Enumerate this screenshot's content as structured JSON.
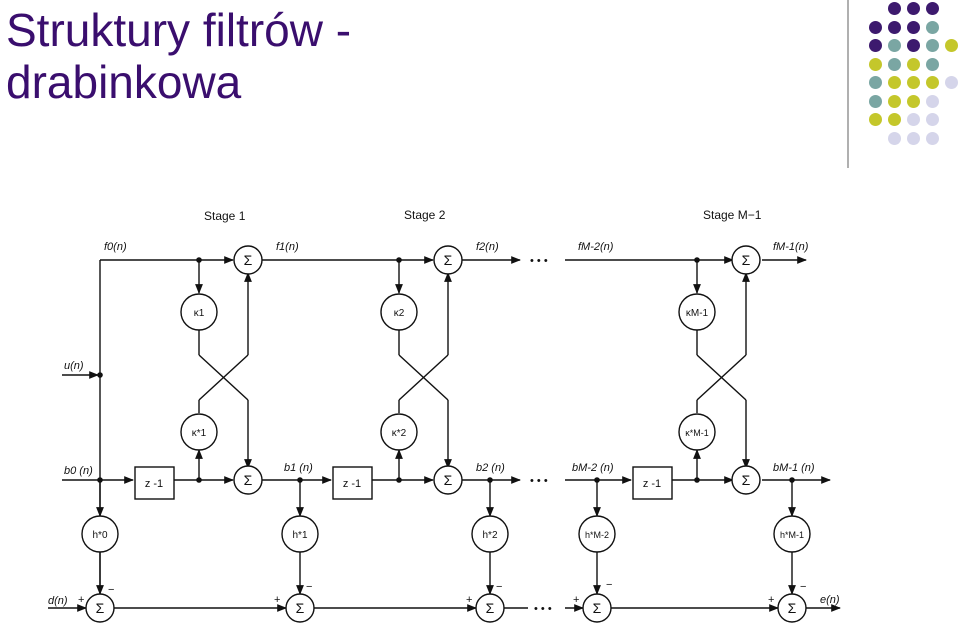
{
  "slide": {
    "title_line1": "Struktury filtrów -",
    "title_line2": "drabinkowa"
  },
  "colors": {
    "title": "#3a0e6e",
    "dot_purple": "#3d1a6e",
    "dot_teal": "#7aa6a3",
    "dot_olive": "#c4c72b",
    "dot_lavender": "#d5d5ea"
  },
  "diagram": {
    "stage_labels": [
      "Stage 1",
      "Stage 2",
      "Stage M−1"
    ],
    "sum_symbol": "Σ",
    "delay_label": "z -1",
    "ellipsis": "• • •",
    "signals": {
      "f0": "f0(n)",
      "f1": "f1(n)",
      "f2": "f2(n)",
      "fM2": "fM-2(n)",
      "fM1": "fM-1(n)",
      "u": "u(n)",
      "b0": "b0 (n)",
      "b1": "b1 (n)",
      "b2": "b2 (n)",
      "bM2": "bM-2 (n)",
      "bM1": "bM-1 (n)",
      "d": "d(n)",
      "e": "e(n)"
    },
    "kappa": [
      "κ1",
      "κ2",
      "κM-1"
    ],
    "kappa_conj": [
      "κ*1",
      "κ*2",
      "κ*M-1"
    ],
    "h": [
      "h*0",
      "h*1",
      "h*2",
      "h*M-2",
      "h*M-1"
    ],
    "plus": "+",
    "minus": "−"
  }
}
